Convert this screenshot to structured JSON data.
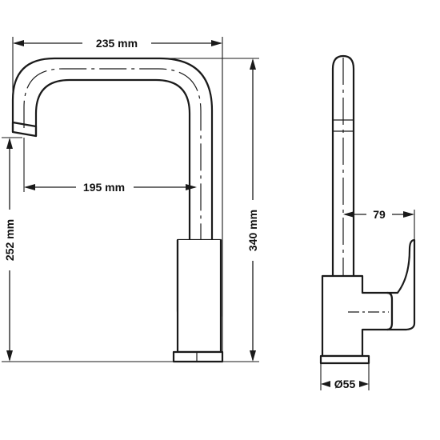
{
  "dimensions": {
    "top_width": "235 mm",
    "spout_reach": "195 mm",
    "spout_height": "252 mm",
    "total_height": "340 mm",
    "handle_depth": "79",
    "base_diameter": "Ø55"
  },
  "colors": {
    "line": "#1a1a1a",
    "background": "#ffffff"
  }
}
